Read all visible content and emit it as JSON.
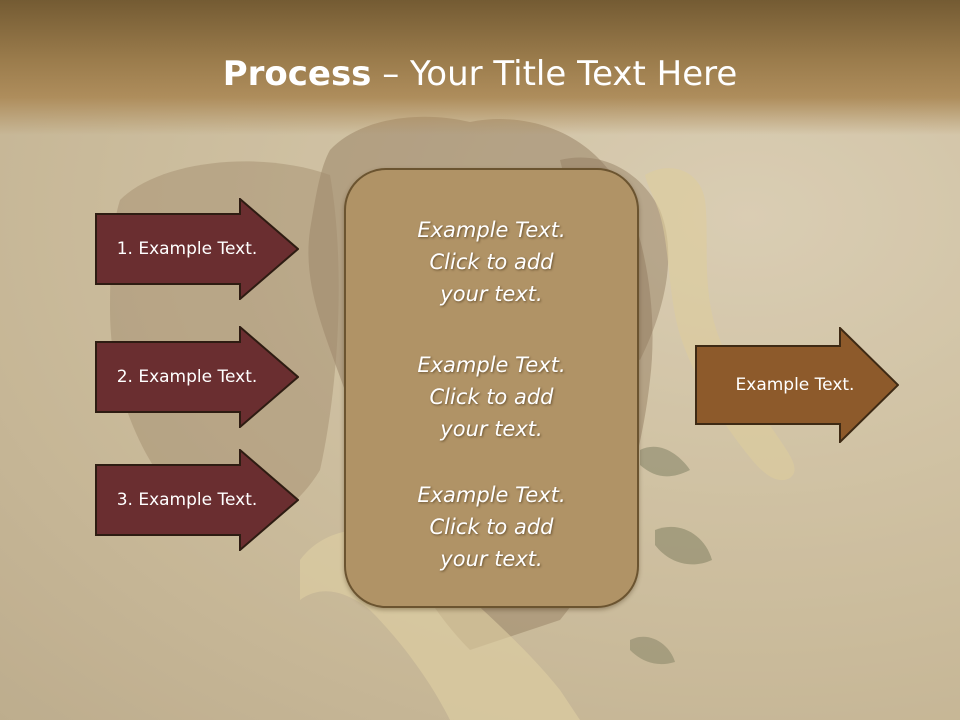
{
  "title": {
    "bold": "Process",
    "rest": " – Your Title Text Here"
  },
  "left_arrows": [
    {
      "label": "1. Example Text."
    },
    {
      "label": "2. Example Text."
    },
    {
      "label": "3. Example Text."
    }
  ],
  "center_box": {
    "blocks": [
      {
        "lines": [
          "Example Text.",
          "Click  to add",
          "your text."
        ]
      },
      {
        "lines": [
          "Example Text.",
          "Click  to add",
          "your text."
        ]
      },
      {
        "lines": [
          "Example Text.",
          "Click  to add",
          "your text."
        ]
      }
    ]
  },
  "right_arrow": {
    "label": "Example Text."
  },
  "colors": {
    "left_arrow_fill": "#6a2e30",
    "right_arrow_fill": "#8d5a2b",
    "center_box_fill": "#b09366",
    "title_band": "#9b7c4c"
  }
}
